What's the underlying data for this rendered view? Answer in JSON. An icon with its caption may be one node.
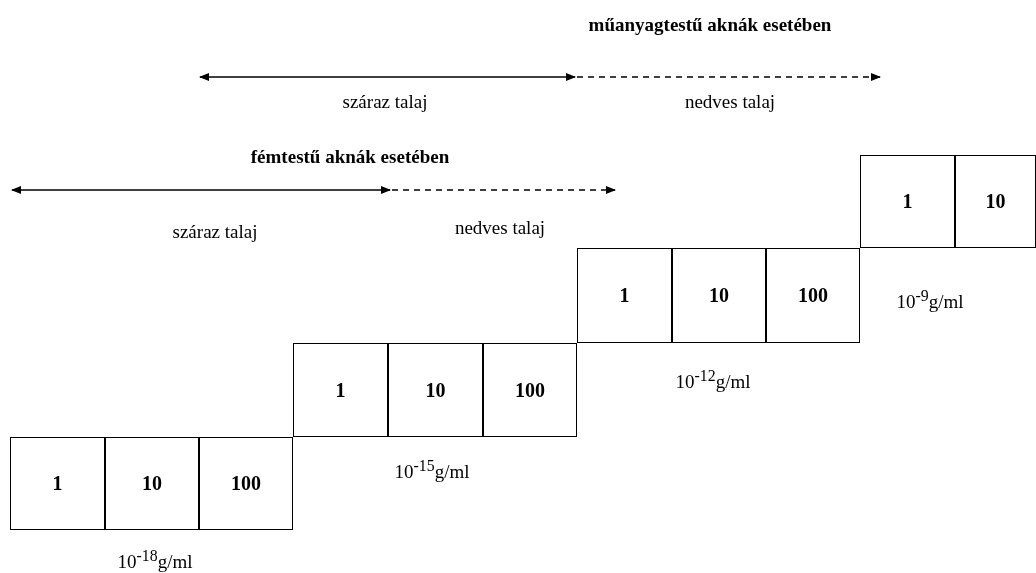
{
  "diagram": {
    "nodes": [
      {
        "text": [
          "1"
        ]
      },
      {
        "text": [
          "10"
        ]
      },
      {
        "text": [
          "1"
        ]
      },
      {
        "text": [
          "10"
        ]
      },
      {
        "text": [
          "100"
        ]
      },
      {
        "text": [
          "1"
        ]
      },
      {
        "text": [
          "10"
        ]
      },
      {
        "text": [
          "100"
        ]
      },
      {
        "text": [
          "1"
        ]
      },
      {
        "text": [
          "10"
        ]
      },
      {
        "text": [
          "100"
        ]
      }
    ],
    "edges": [],
    "labels": [
      "műanyagtestű aknák esetében",
      "száraz talaj",
      "nedves talaj",
      "fémtestű aknák esetében",
      "száraz talaj",
      "nedves talaj",
      "10$^{-9}$g/ml",
      "10$^{-12}$g/ml",
      "10$^{-15}$g/ml",
      "10$^{-18}$g/ml"
    ]
  }
}
